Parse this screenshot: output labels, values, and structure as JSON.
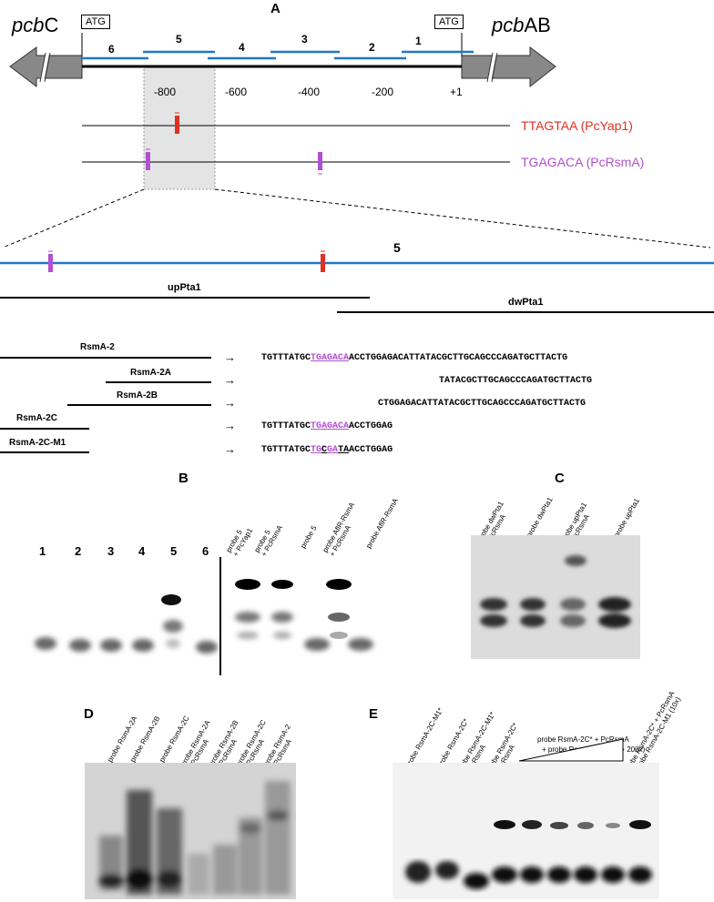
{
  "figure": {
    "panel_letters": {
      "a": "A",
      "b": "B",
      "c": "C",
      "d": "D",
      "e": "E"
    },
    "panel_a": {
      "left_gene_prefix": "pcb",
      "left_gene_suffix": "C",
      "right_gene_prefix": "pcb",
      "right_gene_suffix": "AB",
      "atg_left": "ATG",
      "atg_right": "ATG",
      "fragment_numbers": [
        "6",
        "5",
        "4",
        "3",
        "2",
        "1"
      ],
      "axis_ticks": [
        "-800",
        "-600",
        "-400",
        "-200",
        "+1"
      ],
      "motif_pcyap1": "TTAGTAA (PcYap1)",
      "motif_pcrsma": "TGAGACA (PcRsmA)",
      "zoom_fragment_label": "5",
      "up_label": "upPta1",
      "dw_label": "dwPta1",
      "probes": [
        {
          "name": "RsmA-2",
          "pre": "TGTTTATGC",
          "mid": "TGAGACA",
          "post": "ACCTGGAGACATTATACGCTTGCAGCCCAGATGCTTACTG"
        },
        {
          "name": "RsmA-2A",
          "plain": "TATACGCTTGCAGCCCAGATGCTTACTG"
        },
        {
          "name": "RsmA-2B",
          "plain": "CTGGAGACATTATACGCTTGCAGCCCAGATGCTTACTG"
        },
        {
          "name": "RsmA-2C",
          "pre": "TGTTTATGC",
          "mid": "TGAGACA",
          "post": "ACCTGGAG"
        },
        {
          "name": "RsmA-2C-M1",
          "pre": "TGTTTATGC",
          "m1": "TG",
          "m2": "C",
          "m3": "GA",
          "m4": "TA",
          "post": "ACCTGGAG"
        }
      ]
    },
    "panel_b": {
      "lane_numbers": [
        "1",
        "2",
        "3",
        "4",
        "5",
        "6"
      ],
      "lanes_right": [
        "probe 5\n+ PcYap1",
        "probe 5\n+ PcRsmA",
        "probe 5",
        "probe AflR-RsmA\n+ PcRsmA",
        "probe AflR-RsmA"
      ]
    },
    "panel_c": {
      "lanes": [
        "probe dwPta1\n+ PcRsmA",
        "probe dwPta1",
        "probe upPta1\n+ PcRsmA",
        "probe upPta1"
      ]
    },
    "panel_d": {
      "lanes": [
        "probe RsmA-2A",
        "probe RsmA-2B",
        "probe RsmA-2C",
        "probe RsmA-2A\n+ PcRsmA",
        "probe RsmA-2B\n+ PcRsmA",
        "probe RsmA-2C\n+ PcRsmA",
        "probe RsmA-2\n+ PcRsmA"
      ]
    },
    "panel_e": {
      "lanes": [
        "probe RsmA-2C-M1*",
        "probe RsmA-2C*",
        "probe RsmA-2C-M1*\n+ PcRsmA",
        "probe RsmA-2C*\n+ PcRsmA"
      ],
      "competition_line1": "probe RsmA-2C* + PcRsmA",
      "competition_line2": "+ probe RsmA-2C (50x",
      "competition_line2b": "200x)",
      "last_lane": "probe RsmA-2C* + PcRsmA\n+ probe RsmA-2C-M1 (10x)"
    },
    "colors": {
      "pcyap1": "#e03020",
      "pcrsma": "#b050d0",
      "fragment": "#1e78c8"
    }
  }
}
